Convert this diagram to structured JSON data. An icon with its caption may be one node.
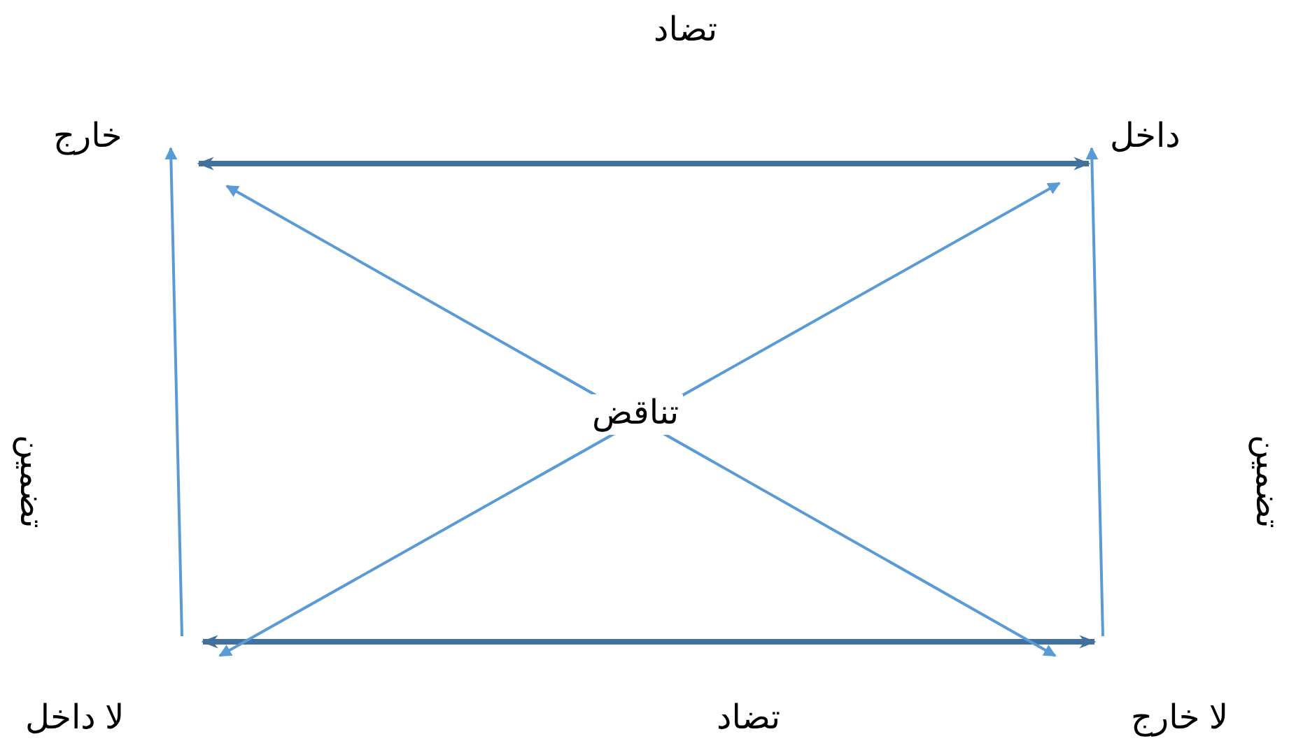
{
  "diagram": {
    "nodes": [
      {
        "text": [
          "خارج"
        ]
      },
      {
        "text": [
          "داخل"
        ]
      },
      {
        "text": [
          "لا داخل"
        ]
      },
      {
        "text": [
          "لا خارج"
        ]
      }
    ],
    "edges": [
      {
        "from": 0,
        "to": 1,
        "arrow": "both",
        "style": "thick",
        "color": "#41719c"
      },
      {
        "from": 2,
        "to": 3,
        "arrow": "both",
        "style": "thick",
        "color": "#41719c"
      },
      {
        "from": 2,
        "to": 1,
        "arrow": "both"
      },
      {
        "from": 3,
        "to": 0,
        "arrow": "both"
      },
      {
        "from": 2,
        "to": 0,
        "arrow": "to"
      },
      {
        "from": 3,
        "to": 1,
        "arrow": "to"
      }
    ],
    "labels": [
      "تضاد",
      "تناقض",
      "تضمين",
      "تضمين",
      "تضاد"
    ]
  }
}
